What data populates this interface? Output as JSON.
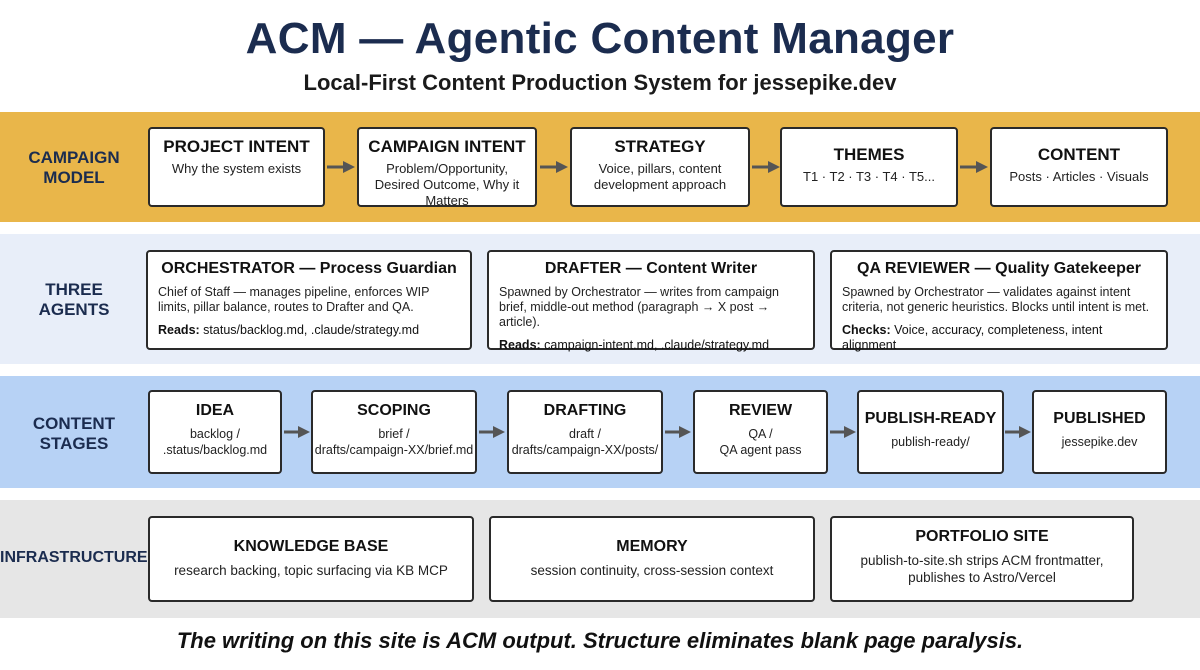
{
  "header": {
    "title": "ACM — Agentic Content Manager",
    "subtitle": "Local-First Content Production System for jessepike.dev"
  },
  "campaign": {
    "label_lines": [
      "CAMPAIGN",
      "MODEL"
    ],
    "boxes": [
      {
        "title": "PROJECT INTENT",
        "desc": "Why the system exists"
      },
      {
        "title": "CAMPAIGN INTENT",
        "desc": "Problem/Opportunity, Desired Outcome, Why it Matters"
      },
      {
        "title": "STRATEGY",
        "desc": "Voice, pillars, content development approach"
      },
      {
        "title": "THEMES",
        "desc": "T1 · T2 · T3 · T4 · T5..."
      },
      {
        "title": "CONTENT",
        "desc": "Posts · Articles · Visuals"
      }
    ]
  },
  "agents": {
    "label_lines": [
      "THREE",
      "AGENTS"
    ],
    "boxes": [
      {
        "title": "ORCHESTRATOR — Process Guardian",
        "desc": "Chief of Staff — manages pipeline, enforces WIP limits, pillar balance, routes to Drafter and QA.",
        "ref_label": "Reads:",
        "ref_text": "status/backlog.md, .claude/strategy.md"
      },
      {
        "title": "DRAFTER — Content Writer",
        "desc": "Spawned by Orchestrator — writes from campaign brief, middle-out method (paragraph → X post → article).",
        "ref_label": "Reads:",
        "ref_text": "campaign-intent.md, .claude/strategy.md"
      },
      {
        "title": "QA REVIEWER — Quality Gatekeeper",
        "desc": "Spawned by Orchestrator — validates against intent criteria, not generic heuristics. Blocks until intent is met.",
        "ref_label": "Checks:",
        "ref_text": "Voice, accuracy, completeness, intent alignment"
      }
    ]
  },
  "stages": {
    "label_lines": [
      "CONTENT",
      "STAGES"
    ],
    "boxes": [
      {
        "title": "IDEA",
        "desc_lines": [
          "backlog /",
          ".status/backlog.md"
        ]
      },
      {
        "title": "SCOPING",
        "desc_lines": [
          "brief /",
          "drafts/campaign-XX/brief.md"
        ]
      },
      {
        "title": "DRAFTING",
        "desc_lines": [
          "draft /",
          "drafts/campaign-XX/posts/"
        ]
      },
      {
        "title": "REVIEW",
        "desc_lines": [
          "QA /",
          "QA agent pass"
        ]
      },
      {
        "title": "PUBLISH-READY",
        "desc_lines": [
          "publish-ready/"
        ]
      },
      {
        "title": "PUBLISHED",
        "desc_lines": [
          "jessepike.dev"
        ]
      }
    ]
  },
  "infra": {
    "label": "INFRASTRUCTURE",
    "boxes": [
      {
        "title": "KNOWLEDGE BASE",
        "desc_lines": [
          "research backing, topic surfacing via KB MCP"
        ]
      },
      {
        "title": "MEMORY",
        "desc_lines": [
          "session continuity, cross-session context"
        ]
      },
      {
        "title": "PORTFOLIO SITE",
        "desc_lines": [
          "publish-to-site.sh strips ACM frontmatter,",
          "publishes to Astro/Vercel"
        ]
      }
    ]
  },
  "footer": "The writing on this site is ACM output. Structure eliminates blank page paralysis.",
  "colors": {
    "title": "#1b2c4f",
    "campaign_band": "#e9b64a",
    "agents_band": "#e8eef9",
    "stages_band": "#b7d2f5",
    "infra_band": "#e6e6e6",
    "arrow": "#555555"
  }
}
